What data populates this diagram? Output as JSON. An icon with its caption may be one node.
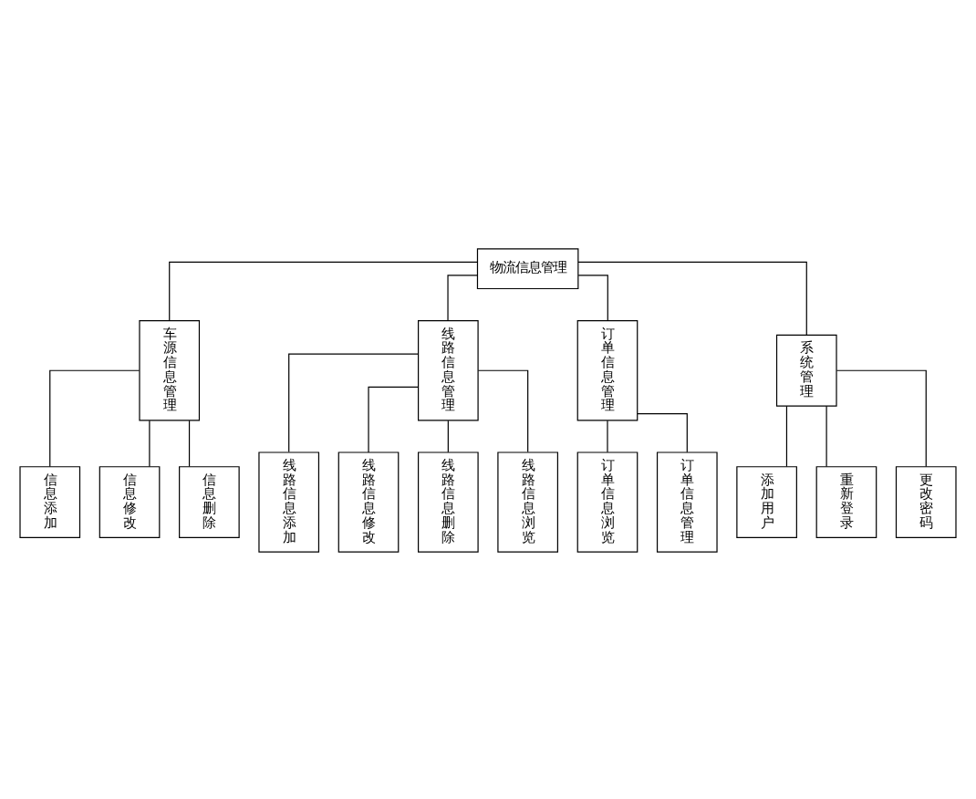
{
  "diagram": {
    "nodes": [
      {
        "text": [
          "物流信息管理"
        ]
      },
      {
        "text": [
          "车源信息管理"
        ]
      },
      {
        "text": [
          "线路信息管理"
        ]
      },
      {
        "text": [
          "订单信息管理"
        ]
      },
      {
        "text": [
          "系统管理"
        ]
      },
      {
        "text": [
          "信息添加"
        ]
      },
      {
        "text": [
          "信息修改"
        ]
      },
      {
        "text": [
          "信息删除"
        ]
      },
      {
        "text": [
          "线路信息添加"
        ]
      },
      {
        "text": [
          "线路信息修改"
        ]
      },
      {
        "text": [
          "线路信息删除"
        ]
      },
      {
        "text": [
          "线路信息浏览"
        ]
      },
      {
        "text": [
          "订单信息浏览"
        ]
      },
      {
        "text": [
          "订单信息管理"
        ]
      },
      {
        "text": [
          "添加用户"
        ]
      },
      {
        "text": [
          "重新登录"
        ]
      },
      {
        "text": [
          "更改密码"
        ]
      }
    ],
    "edges": [
      {
        "from": 0,
        "to": 1,
        "arrow": "none"
      },
      {
        "from": 0,
        "to": 2,
        "arrow": "none"
      },
      {
        "from": 0,
        "to": 3,
        "arrow": "none"
      },
      {
        "from": 0,
        "to": 4,
        "arrow": "none"
      },
      {
        "from": 1,
        "to": 5,
        "arrow": "none"
      },
      {
        "from": 1,
        "to": 6,
        "arrow": "none"
      },
      {
        "from": 1,
        "to": 7,
        "arrow": "none"
      },
      {
        "from": 2,
        "to": 8,
        "arrow": "none"
      },
      {
        "from": 2,
        "to": 9,
        "arrow": "none"
      },
      {
        "from": 2,
        "to": 10,
        "arrow": "none"
      },
      {
        "from": 2,
        "to": 11,
        "arrow": "none"
      },
      {
        "from": 3,
        "to": 12,
        "arrow": "none"
      },
      {
        "from": 3,
        "to": 13,
        "arrow": "none"
      },
      {
        "from": 4,
        "to": 14,
        "arrow": "none"
      },
      {
        "from": 4,
        "to": 15,
        "arrow": "none"
      },
      {
        "from": 4,
        "to": 16,
        "arrow": "none"
      }
    ]
  }
}
